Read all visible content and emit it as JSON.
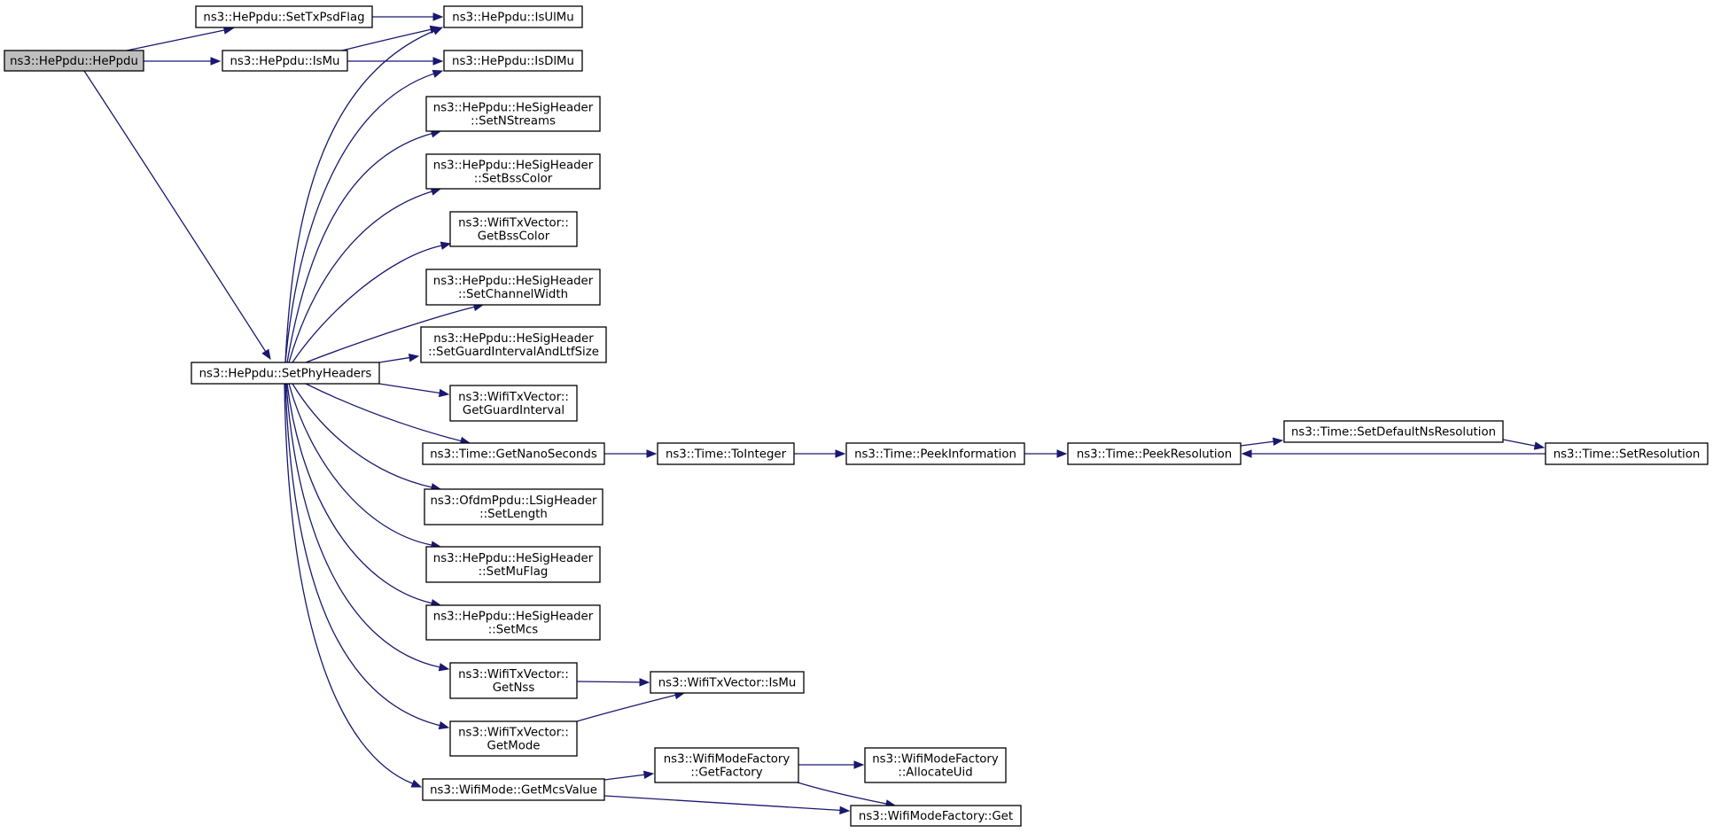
{
  "graph": {
    "nodes": [
      {
        "id": "HePpdu",
        "lines": [
          "ns3::HePpdu::HePpdu"
        ],
        "root": true
      },
      {
        "id": "SetTxPsdFlag",
        "lines": [
          "ns3::HePpdu::SetTxPsdFlag"
        ]
      },
      {
        "id": "IsMu",
        "lines": [
          "ns3::HePpdu::IsMu"
        ]
      },
      {
        "id": "IsUlMu",
        "lines": [
          "ns3::HePpdu::IsUlMu"
        ]
      },
      {
        "id": "IsDlMu",
        "lines": [
          "ns3::HePpdu::IsDlMu"
        ]
      },
      {
        "id": "SetPhyHeaders",
        "lines": [
          "ns3::HePpdu::SetPhyHeaders"
        ]
      },
      {
        "id": "SetNStreams",
        "lines": [
          "ns3::HePpdu::HeSigHeader",
          "::SetNStreams"
        ]
      },
      {
        "id": "SetBssColor",
        "lines": [
          "ns3::HePpdu::HeSigHeader",
          "::SetBssColor"
        ]
      },
      {
        "id": "GetBssColor",
        "lines": [
          "ns3::WifiTxVector::",
          "GetBssColor"
        ]
      },
      {
        "id": "SetChannelWidth",
        "lines": [
          "ns3::HePpdu::HeSigHeader",
          "::SetChannelWidth"
        ]
      },
      {
        "id": "SetGuardIntervalAndLtfSize",
        "lines": [
          "ns3::HePpdu::HeSigHeader",
          "::SetGuardIntervalAndLtfSize"
        ]
      },
      {
        "id": "GetGuardInterval",
        "lines": [
          "ns3::WifiTxVector::",
          "GetGuardInterval"
        ]
      },
      {
        "id": "GetNanoSeconds",
        "lines": [
          "ns3::Time::GetNanoSeconds"
        ]
      },
      {
        "id": "ToInteger",
        "lines": [
          "ns3::Time::ToInteger"
        ]
      },
      {
        "id": "PeekInformation",
        "lines": [
          "ns3::Time::PeekInformation"
        ]
      },
      {
        "id": "PeekResolution",
        "lines": [
          "ns3::Time::PeekResolution"
        ]
      },
      {
        "id": "SetDefaultNsResolution",
        "lines": [
          "ns3::Time::SetDefaultNsResolution"
        ]
      },
      {
        "id": "SetResolution",
        "lines": [
          "ns3::Time::SetResolution"
        ]
      },
      {
        "id": "SetLength",
        "lines": [
          "ns3::OfdmPpdu::LSigHeader",
          "::SetLength"
        ]
      },
      {
        "id": "SetMuFlag",
        "lines": [
          "ns3::HePpdu::HeSigHeader",
          "::SetMuFlag"
        ]
      },
      {
        "id": "SetMcs",
        "lines": [
          "ns3::HePpdu::HeSigHeader",
          "::SetMcs"
        ]
      },
      {
        "id": "GetNss",
        "lines": [
          "ns3::WifiTxVector::",
          "GetNss"
        ]
      },
      {
        "id": "TxIsMu",
        "lines": [
          "ns3::WifiTxVector::IsMu"
        ]
      },
      {
        "id": "GetMode",
        "lines": [
          "ns3::WifiTxVector::",
          "GetMode"
        ]
      },
      {
        "id": "GetMcsValue",
        "lines": [
          "ns3::WifiMode::GetMcsValue"
        ]
      },
      {
        "id": "GetFactory",
        "lines": [
          "ns3::WifiModeFactory",
          "::GetFactory"
        ]
      },
      {
        "id": "AllocateUid",
        "lines": [
          "ns3::WifiModeFactory",
          "::AllocateUid"
        ]
      },
      {
        "id": "FactoryGet",
        "lines": [
          "ns3::WifiModeFactory::Get"
        ]
      }
    ],
    "edges": [
      {
        "from": "HePpdu",
        "to": "SetTxPsdFlag"
      },
      {
        "from": "HePpdu",
        "to": "IsMu"
      },
      {
        "from": "HePpdu",
        "to": "SetPhyHeaders"
      },
      {
        "from": "SetTxPsdFlag",
        "to": "IsUlMu"
      },
      {
        "from": "IsMu",
        "to": "IsUlMu"
      },
      {
        "from": "IsMu",
        "to": "IsDlMu"
      },
      {
        "from": "SetPhyHeaders",
        "to": "IsUlMu"
      },
      {
        "from": "SetPhyHeaders",
        "to": "IsDlMu"
      },
      {
        "from": "SetPhyHeaders",
        "to": "SetNStreams"
      },
      {
        "from": "SetPhyHeaders",
        "to": "SetBssColor"
      },
      {
        "from": "SetPhyHeaders",
        "to": "GetBssColor"
      },
      {
        "from": "SetPhyHeaders",
        "to": "SetChannelWidth"
      },
      {
        "from": "SetPhyHeaders",
        "to": "SetGuardIntervalAndLtfSize"
      },
      {
        "from": "SetPhyHeaders",
        "to": "GetGuardInterval"
      },
      {
        "from": "SetPhyHeaders",
        "to": "GetNanoSeconds"
      },
      {
        "from": "SetPhyHeaders",
        "to": "SetLength"
      },
      {
        "from": "SetPhyHeaders",
        "to": "SetMuFlag"
      },
      {
        "from": "SetPhyHeaders",
        "to": "SetMcs"
      },
      {
        "from": "SetPhyHeaders",
        "to": "GetNss"
      },
      {
        "from": "SetPhyHeaders",
        "to": "GetMode"
      },
      {
        "from": "SetPhyHeaders",
        "to": "GetMcsValue"
      },
      {
        "from": "GetNanoSeconds",
        "to": "ToInteger"
      },
      {
        "from": "ToInteger",
        "to": "PeekInformation"
      },
      {
        "from": "PeekInformation",
        "to": "PeekResolution"
      },
      {
        "from": "PeekResolution",
        "to": "SetDefaultNsResolution"
      },
      {
        "from": "SetDefaultNsResolution",
        "to": "SetResolution"
      },
      {
        "from": "SetResolution",
        "to": "PeekResolution"
      },
      {
        "from": "GetNss",
        "to": "TxIsMu"
      },
      {
        "from": "GetMode",
        "to": "TxIsMu"
      },
      {
        "from": "GetMcsValue",
        "to": "GetFactory"
      },
      {
        "from": "GetMcsValue",
        "to": "FactoryGet"
      },
      {
        "from": "GetFactory",
        "to": "AllocateUid"
      },
      {
        "from": "GetFactory",
        "to": "FactoryGet"
      }
    ]
  }
}
